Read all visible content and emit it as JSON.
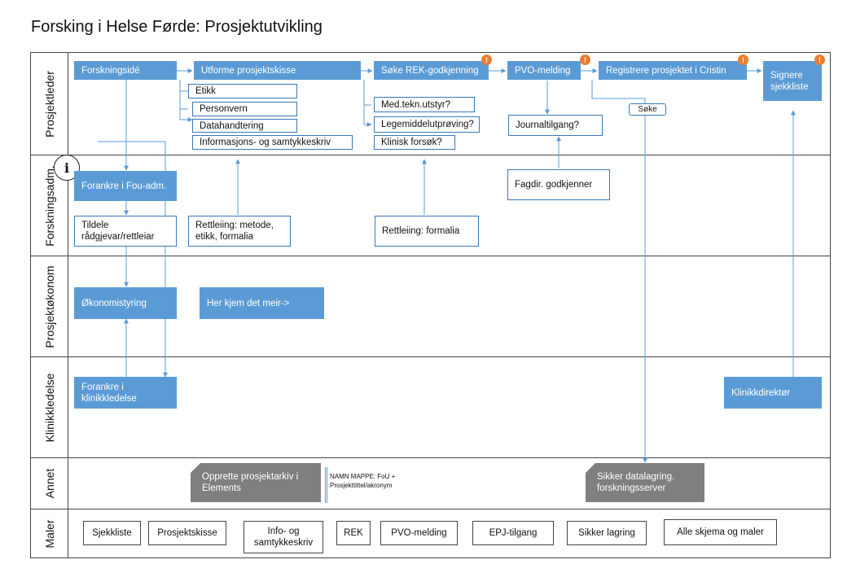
{
  "title": "Forsking i Helse Førde: Prosjektutvikling",
  "lanes": {
    "prosjektleder": "Prosjektleder",
    "forskningsadm": "Forskningsadm.",
    "prosjektokonom": "Prosjektøkonom",
    "klinikkledelse": "Klinikkledelse",
    "annet": "Annet",
    "maler": "Maler"
  },
  "nodes": {
    "forskningside": "Forskningsidé",
    "utforme": "Utforme prosjektskisse",
    "etikk": "Etikk",
    "personvern": "Personvern",
    "datahandtering": "Datahandtering",
    "informasjon": "Informasjons- og samtykkeskriv",
    "soke_rek": "Søke REK-godkjenning",
    "medtekn": "Med.tekn.utstyr?",
    "legemiddel": "Legemiddelutprøving?",
    "klinisk": "Klinisk forsøk?",
    "pvo": "PVO-melding",
    "journal": "Journaltilgang?",
    "registrere": "Registrere prosjektet i Cristin",
    "soke": "Søke",
    "signere": "Signere sjekkliste",
    "forankre_fou": "Forankre i Fou-adm.",
    "tildele": "Tildele rådgjevar/rettleiar",
    "rettleiing_metode": "Rettleiing: metode, etikk, formalia",
    "rettleiing_formalia": "Rettleiing: formalia",
    "fagdir": "Fagdir. godkjenner",
    "okonomistyring": "Økonomistyring",
    "her_kjem": "Her kjem det meir->",
    "forankre_klinikk": "Forankre i klinikkledelse",
    "klinikkdirektor": "Klinikkdirektør",
    "opprette": "Opprette prosjektarkiv i Elements",
    "sikker_data": "Sikker datalagring. forskningsserver",
    "info_icon": "i",
    "warn_mark": "!"
  },
  "note": {
    "line1": "NAMN MAPPE: FoU +",
    "line2": "Prosjekttittel/akronym"
  },
  "templates": [
    "Sjekkliste",
    "Prosjektskisse",
    "Info- og samtykkeskriv",
    "REK",
    "PVO-melding",
    "EPJ-tilgang",
    "Sikker lagring",
    "Alle skjema og maler"
  ],
  "colors": {
    "process": "#5b9bd5",
    "border": "#3a78b8",
    "archive": "#7f7f7f",
    "warning": "#ed7d31"
  }
}
